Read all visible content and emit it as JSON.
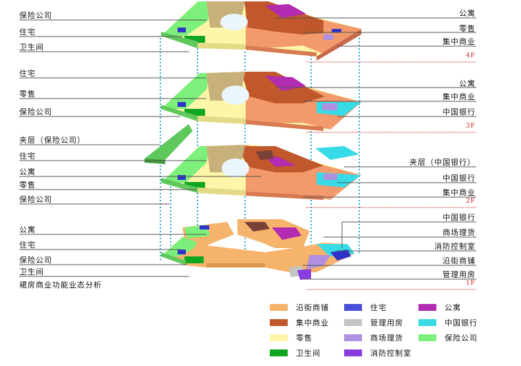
{
  "left_labels": {
    "f4": [
      "保险公司",
      "住宅",
      "卫生间"
    ],
    "f3": [
      "住宅",
      "零售",
      "保险公司"
    ],
    "f2": [
      "夹层（保险公司）",
      "住宅",
      "公寓",
      "零售",
      "保险公司"
    ],
    "f1": [
      "公寓",
      "住宅",
      "保险公司",
      "卫生间"
    ]
  },
  "right_labels": {
    "f4": [
      "公寓",
      "零售",
      "集中商业"
    ],
    "f3": [
      "公寓",
      "集中商业",
      "中国银行"
    ],
    "f2": [
      "夹层（中国银行）",
      "中国银行",
      "集中商业"
    ],
    "f1": [
      "中国银行",
      "商场理货",
      "消防控制室",
      "沿街商铺",
      "管理用房"
    ]
  },
  "floors": [
    "4F",
    "3F",
    "2F",
    "1F"
  ],
  "title": "裙房商业功能业态分析",
  "legend": [
    {
      "label": "沿街商铺",
      "color": "#f5b36b"
    },
    {
      "label": "住宅",
      "color": "#4b4fd8"
    },
    {
      "label": "公寓",
      "color": "#b32bb0"
    },
    {
      "label": "集中商业",
      "color": "#c0582b"
    },
    {
      "label": "管理用房",
      "color": "#c4c4c4"
    },
    {
      "label": "中国银行",
      "color": "#36dbe6"
    },
    {
      "label": "零售",
      "color": "#fdf6a8"
    },
    {
      "label": "商场理货",
      "color": "#b090e0"
    },
    {
      "label": "保险公司",
      "color": "#7cf07a"
    },
    {
      "label": "卫生间",
      "color": "#11a620"
    },
    {
      "label": "消防控制室",
      "color": "#8a3ce0"
    }
  ]
}
